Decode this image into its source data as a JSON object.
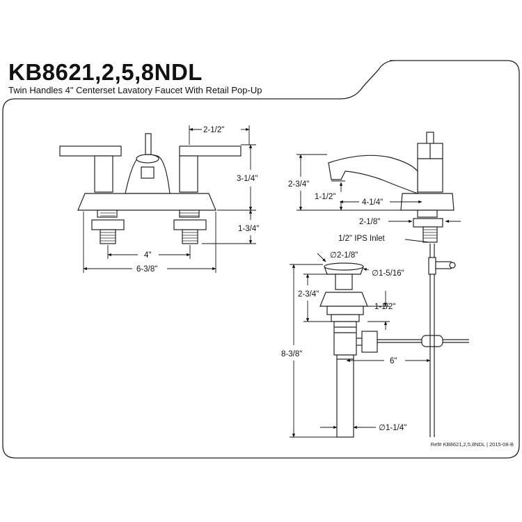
{
  "header": {
    "model": "KB8621,2,5,8NDL",
    "subtitle": "Twin Handles 4\" Centerset Lavatory Faucet With Retail Pop-Up"
  },
  "front_view": {
    "dim_spout_width": "2-1/2\"",
    "dim_height": "3-1/4\"",
    "dim_shank": "1-3/4\"",
    "dim_centers": "4\"",
    "dim_overall_width": "6-3/8\""
  },
  "side_view": {
    "dim_height": "2-3/4\"",
    "dim_spout_clearance": "1-1/2\"",
    "dim_reach": "4-1/4\"",
    "dim_base": "2-1/8\"",
    "inlet_label": "1/2\" IPS Inlet"
  },
  "drain_view": {
    "dim_flange_dia": "2-1/8\"",
    "dim_cap_dia": "1-5/16\"",
    "dim_body_height": "2-3/4\"",
    "dim_flange_height": "1-1/2\"",
    "dim_total_height": "8-3/8\"",
    "dim_rod_offset": "6\"",
    "dim_tail_dia": "1-1/4\"",
    "diameter_symbol": "∅"
  },
  "footer": {
    "ref": "Ref# KB8621,2,5,8NDL | 2015-08-B"
  }
}
